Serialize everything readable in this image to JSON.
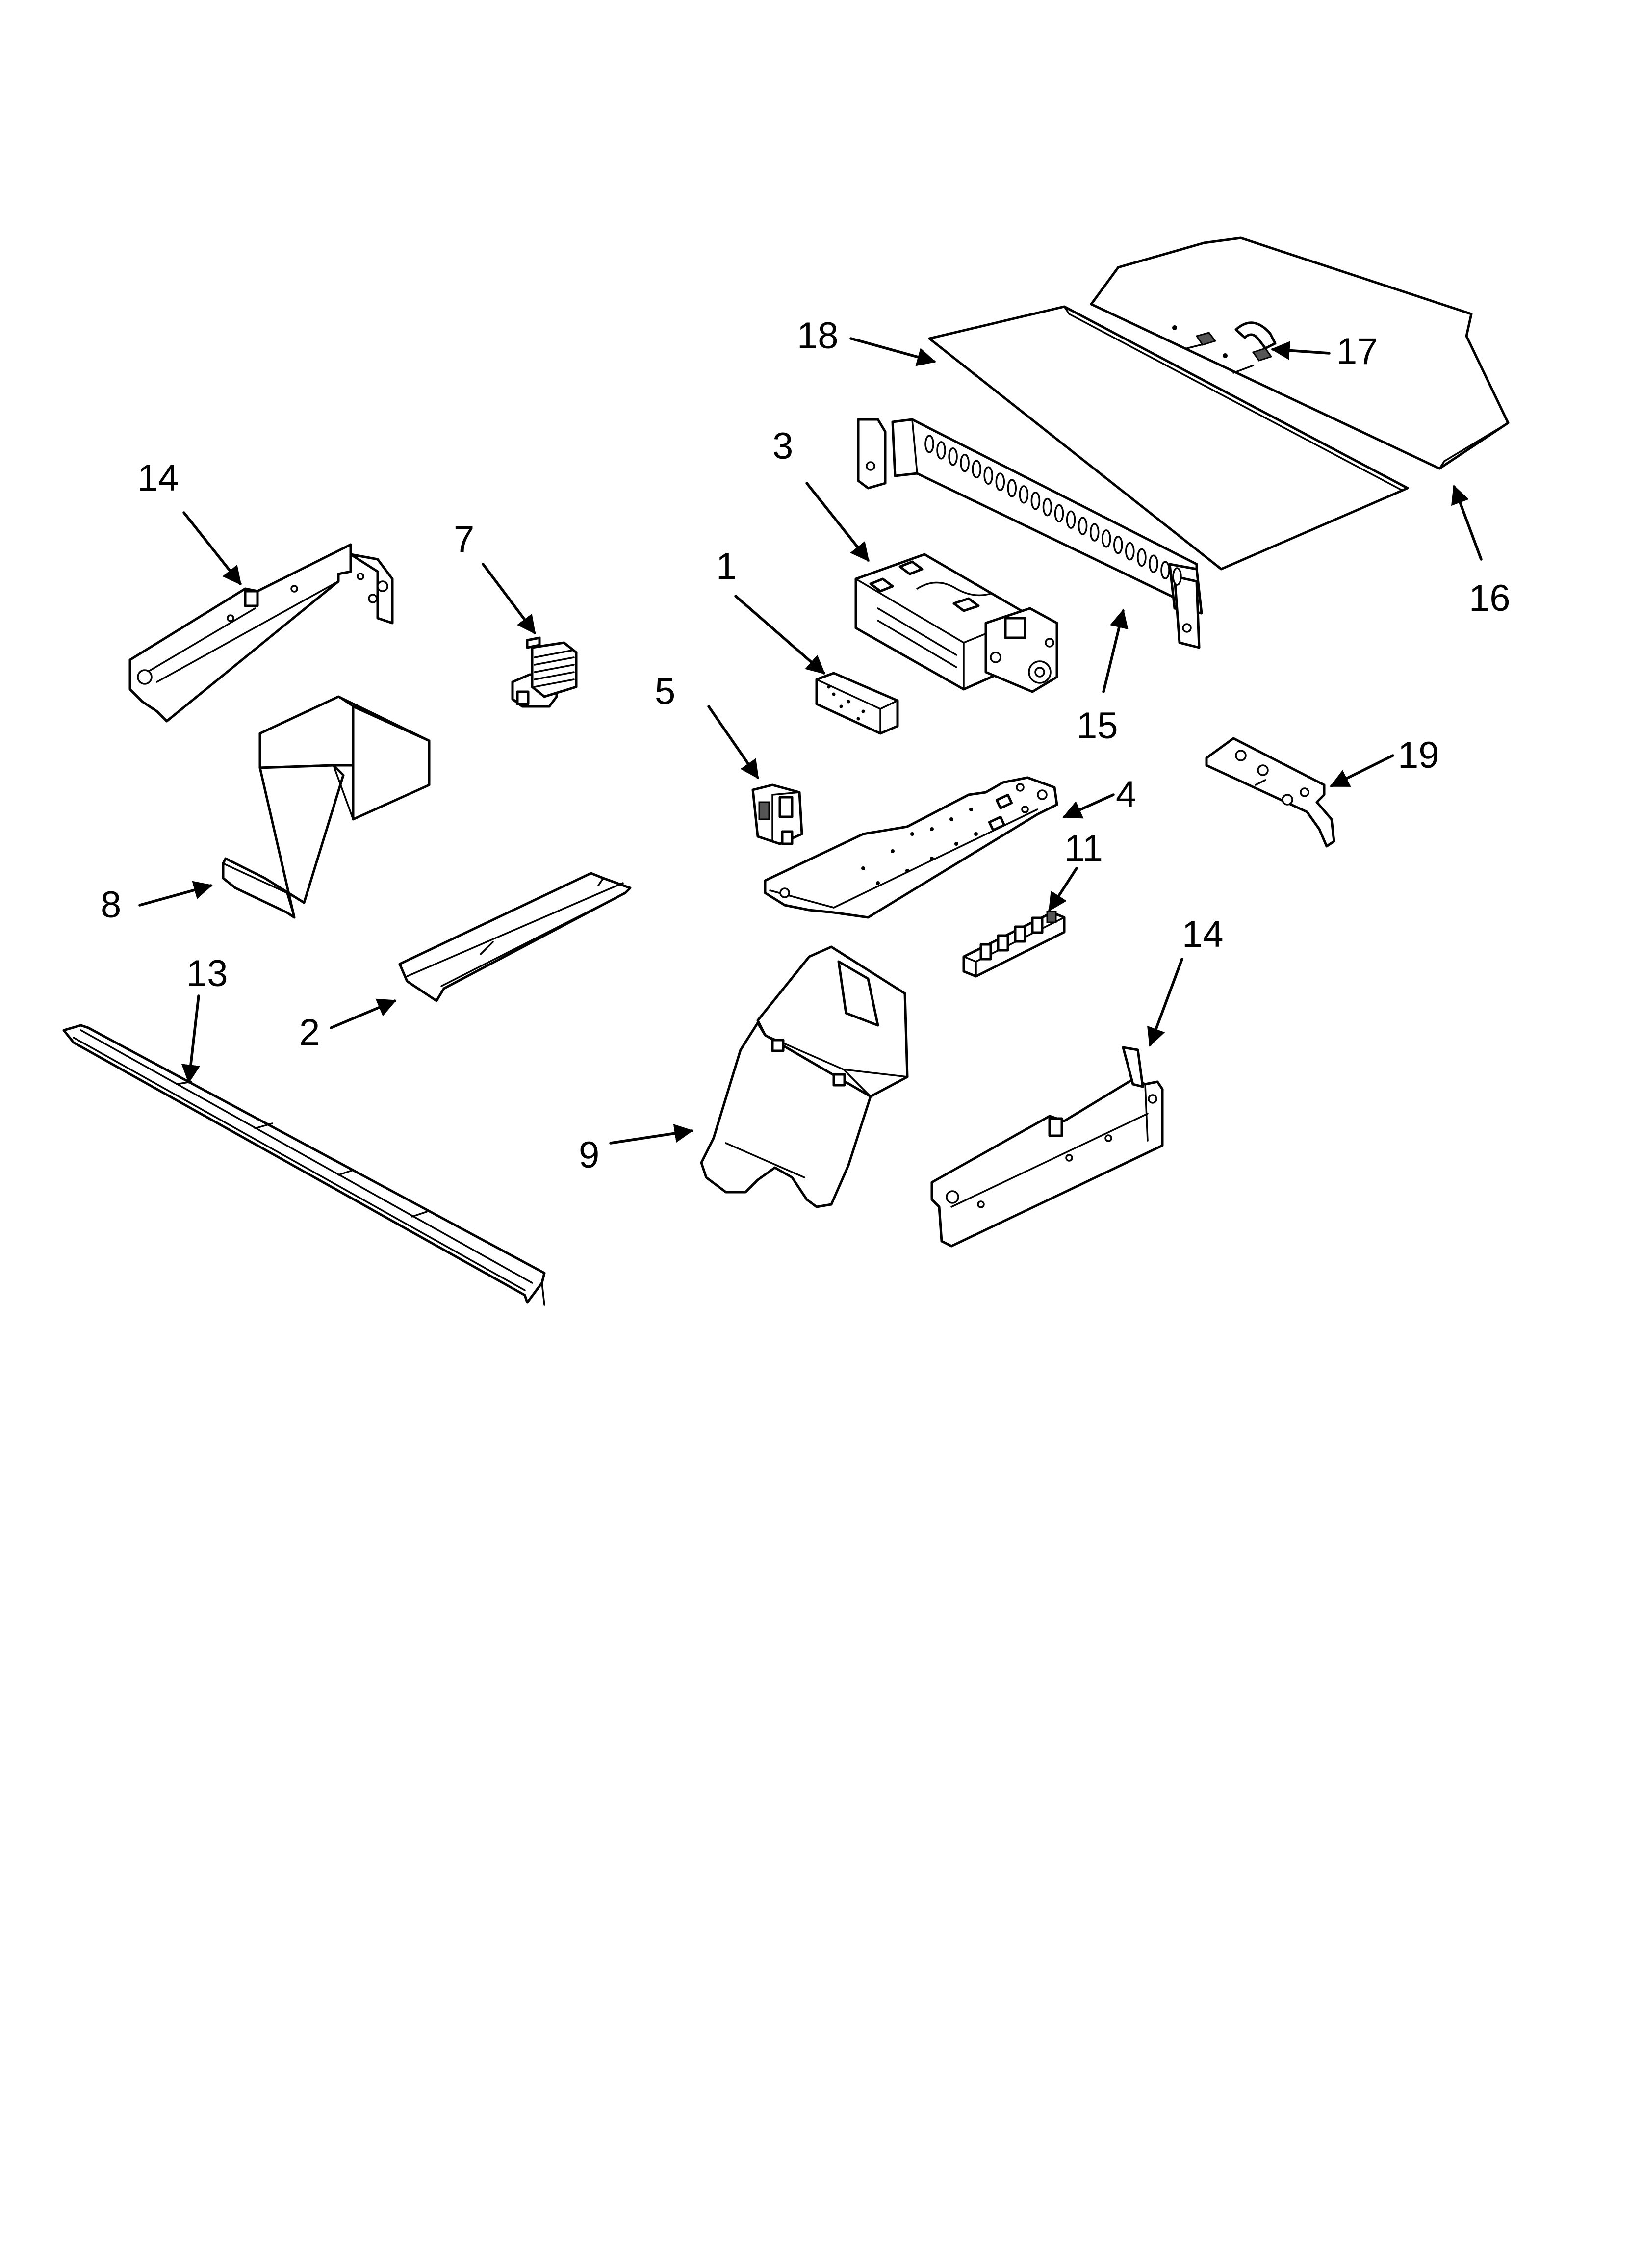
{
  "callouts": {
    "c1": "1",
    "c2": "2",
    "c3": "3",
    "c4": "4",
    "c5": "5",
    "c7": "7",
    "c8": "8",
    "c9": "9",
    "c11": "11",
    "c13": "13",
    "c14a": "14",
    "c14b": "14",
    "c15": "15",
    "c16": "16",
    "c17": "17",
    "c18": "18",
    "c19": "19"
  },
  "colors": {
    "background": "#ffffff",
    "line": "#000000"
  }
}
